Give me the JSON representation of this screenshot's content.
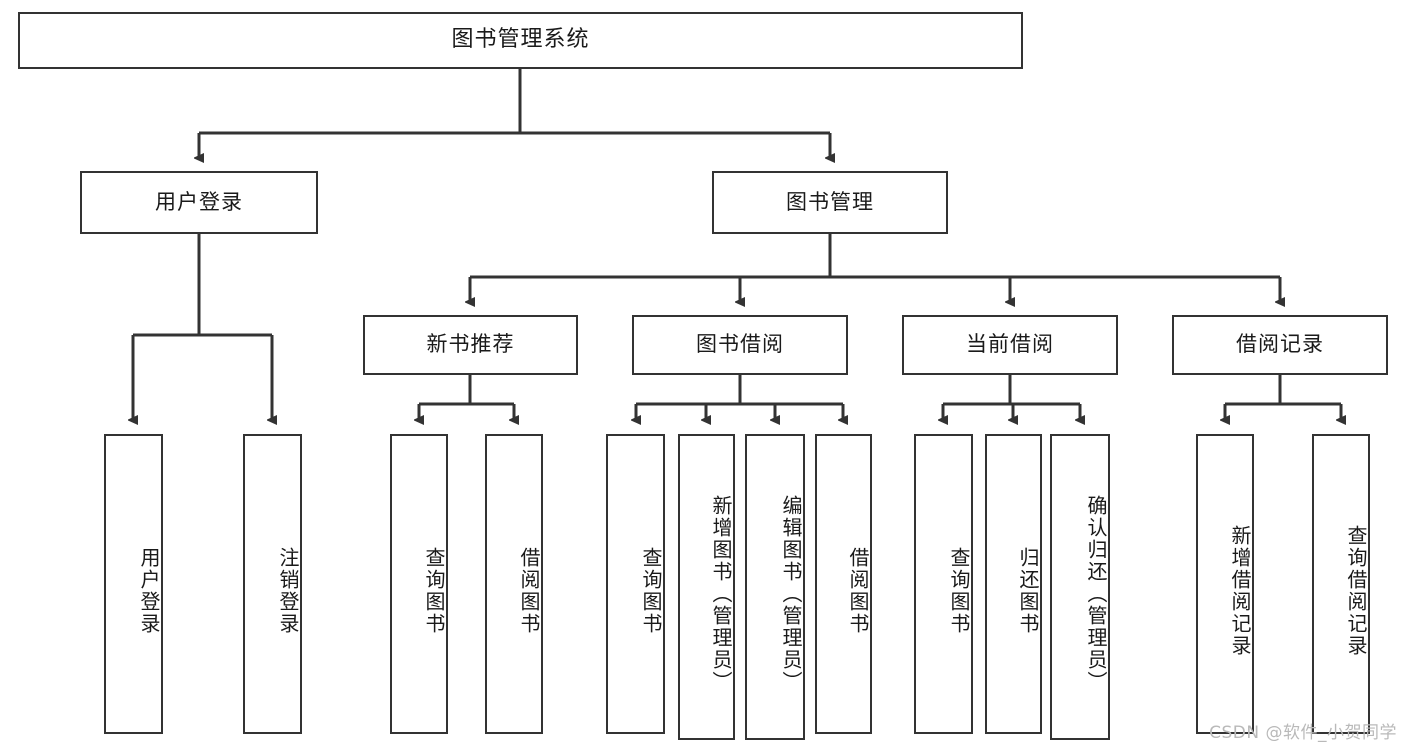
{
  "diagram": {
    "title": "图书管理系统",
    "type": "tree-hierarchy-chart",
    "edge_color": "#333333",
    "box_border_color": "#333333",
    "background_color": "#ffffff"
  },
  "root": {
    "label": "图书管理系统"
  },
  "level1": [
    {
      "label": "用户登录"
    },
    {
      "label": "图书管理"
    }
  ],
  "level2": [
    {
      "label": "新书推荐"
    },
    {
      "label": "图书借阅"
    },
    {
      "label": "当前借阅"
    },
    {
      "label": "借阅记录"
    }
  ],
  "leaves": {
    "user_login": [
      {
        "label": "用户登录"
      },
      {
        "label": "注销登录"
      }
    ],
    "new_book_recommend": [
      {
        "label": "查询图书"
      },
      {
        "label": "借阅图书"
      }
    ],
    "book_borrow": [
      {
        "label": "查询图书"
      },
      {
        "label": "新增图书（管理员）"
      },
      {
        "label": "编辑图书（管理员）"
      },
      {
        "label": "借阅图书"
      }
    ],
    "current_borrow": [
      {
        "label": "查询图书"
      },
      {
        "label": "归还图书"
      },
      {
        "label": "确认归还（管理员）"
      }
    ],
    "borrow_record": [
      {
        "label": "新增借阅记录"
      },
      {
        "label": "查询借阅记录"
      }
    ]
  },
  "watermark": {
    "text": "CSDN @软件_小贺同学"
  }
}
